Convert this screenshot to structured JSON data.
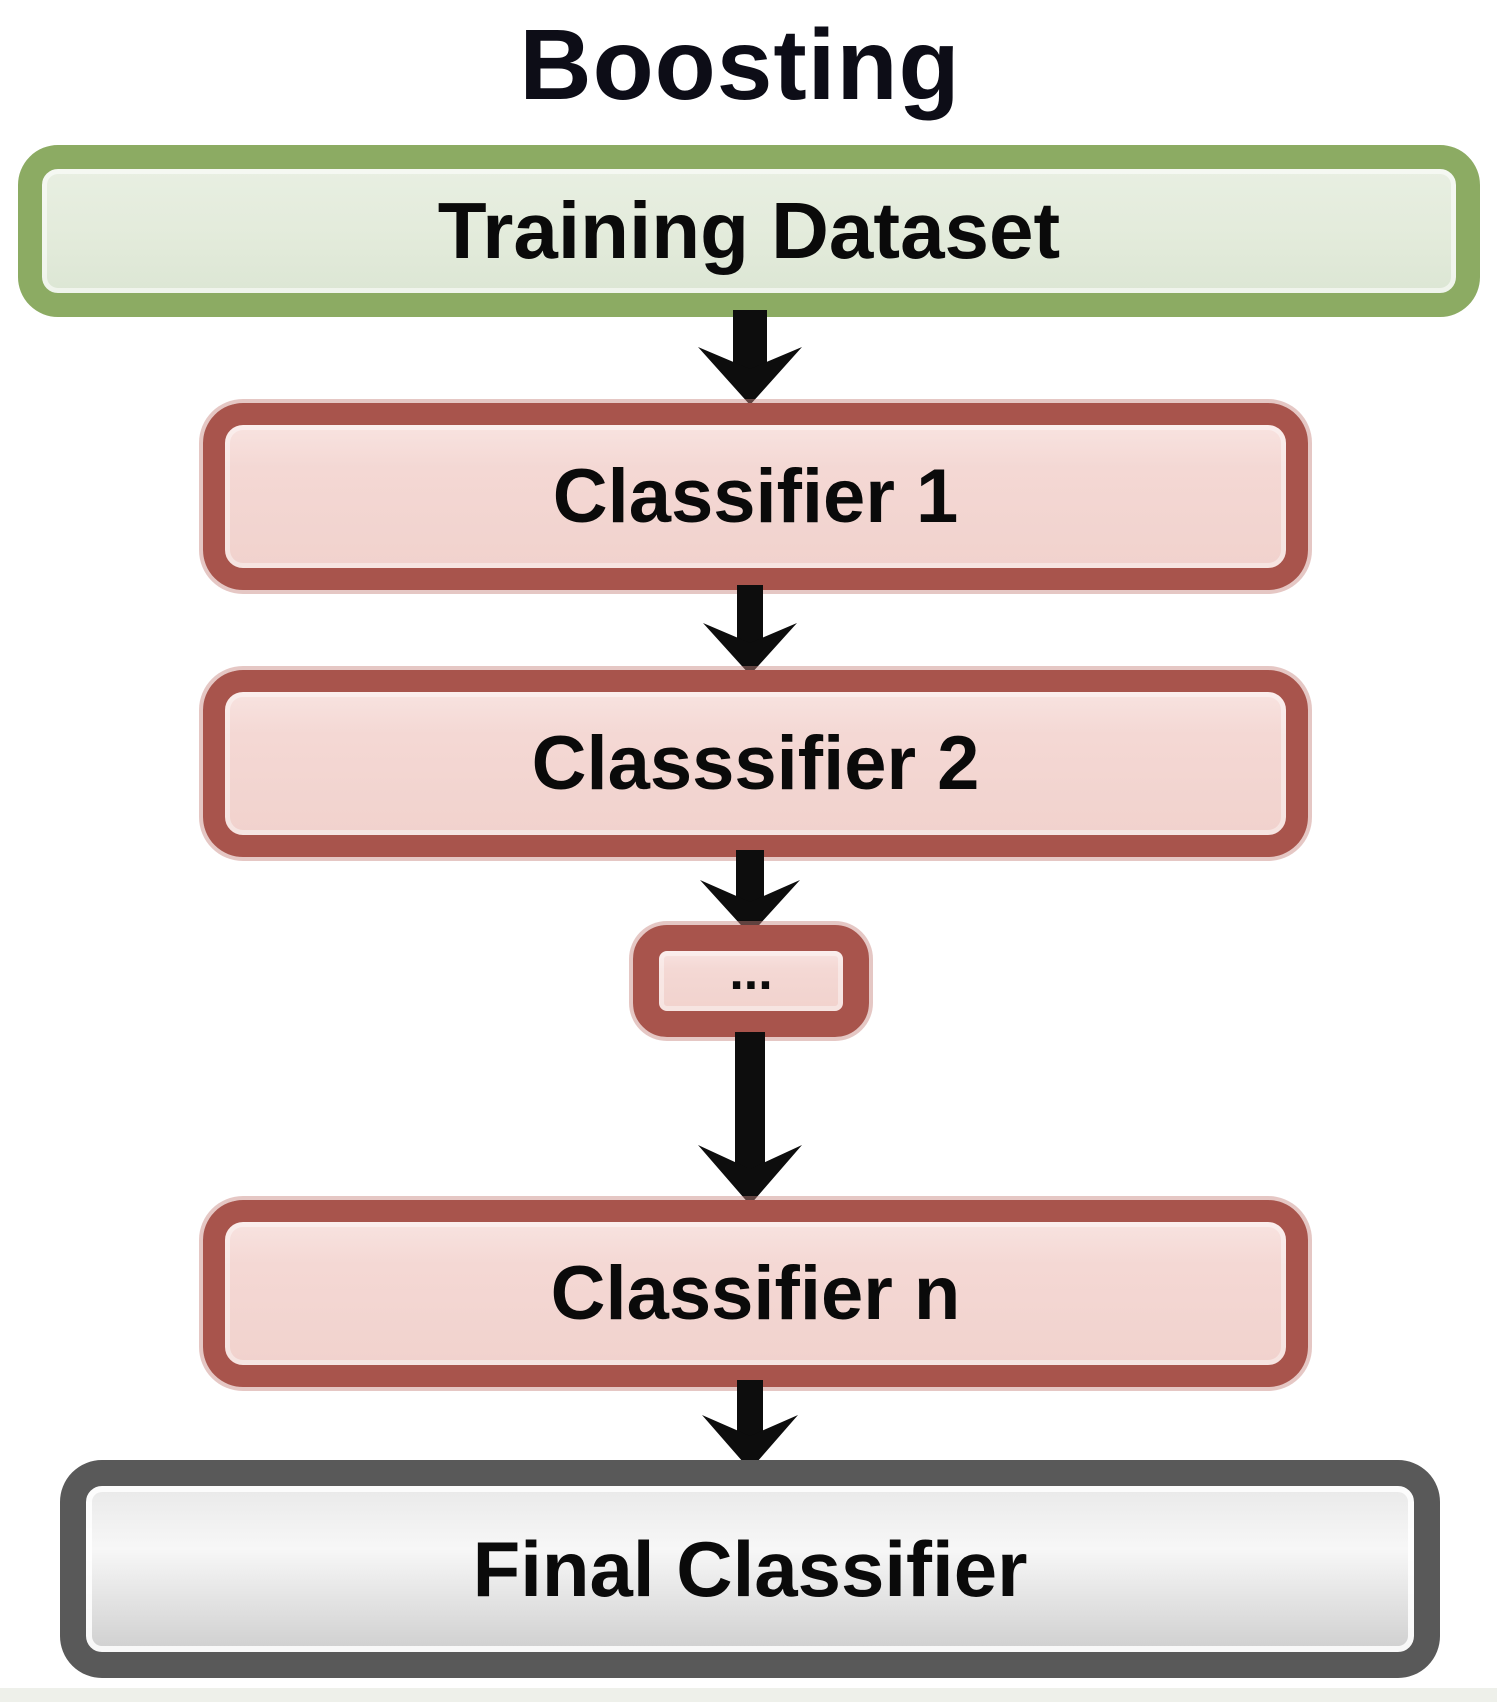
{
  "diagram": {
    "title": "Boosting",
    "nodes": [
      {
        "id": "training-dataset",
        "label": "Training Dataset",
        "type": "dataset"
      },
      {
        "id": "classifier-1",
        "label": "Classifier 1",
        "type": "classifier"
      },
      {
        "id": "classifier-2",
        "label": "Classsifier 2",
        "type": "classifier"
      },
      {
        "id": "ellipsis",
        "label": "...",
        "type": "classifier"
      },
      {
        "id": "classifier-n",
        "label": "Classifier n",
        "type": "classifier"
      },
      {
        "id": "final-classifier",
        "label": "Final Classifier",
        "type": "final"
      }
    ],
    "flow": [
      "training-dataset -> classifier-1",
      "classifier-1 -> classifier-2",
      "classifier-2 -> ellipsis",
      "ellipsis -> classifier-n",
      "classifier-n -> final-classifier"
    ],
    "colors": {
      "title_text": "#0d0d17",
      "node_text": "#0a0a0a",
      "dataset_border": "#8cab63",
      "dataset_fill": "#e3ebdb",
      "classifier_border": "#a8544c",
      "classifier_fill": "#f4d8d4",
      "final_border": "#595959",
      "final_fill_top": "#e9e9e9",
      "final_fill_bottom": "#cfcfcf",
      "arrow": "#0d0d0d"
    }
  }
}
